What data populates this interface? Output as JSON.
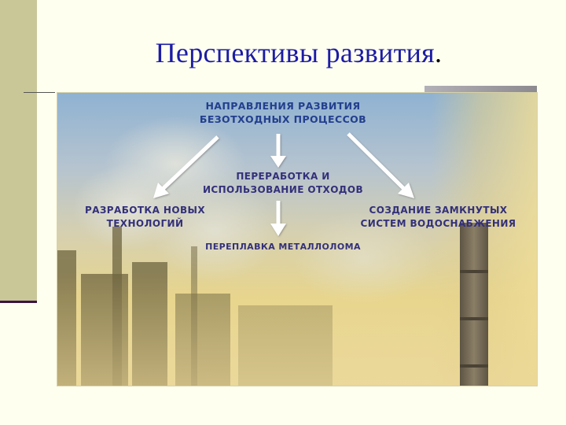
{
  "slide": {
    "title": "Перспективы развития",
    "title_dot": "."
  },
  "diagram": {
    "root": {
      "line1": "НАПРАВЛЕНИЯ РАЗВИТИЯ",
      "line2": "БЕЗОТХОДНЫХ ПРОЦЕССОВ"
    },
    "left": {
      "line1": "РАЗРАБОТКА НОВЫХ",
      "line2": "ТЕХНОЛОГИЙ"
    },
    "center": {
      "line1": "ПЕРЕРАБОТКА И",
      "line2": "ИСПОЛЬЗОВАНИЕ ОТХОДОВ"
    },
    "right": {
      "line1": "СОЗДАНИЕ ЗАМКНУТЫХ",
      "line2": "СИСТЕМ ВОДОСНАБЖЕНИЯ"
    },
    "bottom": {
      "line1": "ПЕРЕПЛАВКА МЕТАЛЛОЛОМА"
    }
  },
  "colors": {
    "title": "#1c1ca6",
    "text_main": "#233f8e",
    "text_sub": "#33307a",
    "left_bar": "#c9c698",
    "arrow": "#ffffff"
  }
}
